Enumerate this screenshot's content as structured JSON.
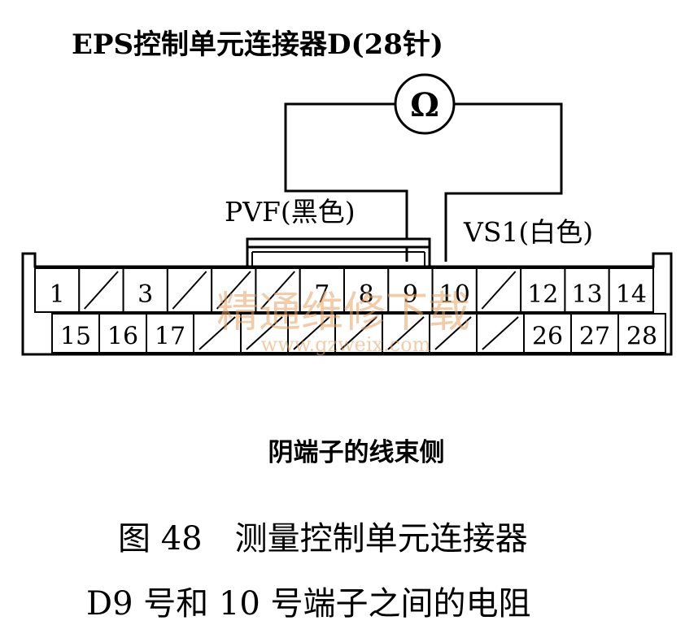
{
  "connector_title": "EPS控制单元连接器D(28针)",
  "meter_symbol": "Ω",
  "probe_left_label": "PVF(黑色)",
  "probe_right_label": "VS1(白色)",
  "row_top": [
    {
      "pin": "1"
    },
    {
      "pin": "",
      "blank": true
    },
    {
      "pin": "3"
    },
    {
      "pin": "",
      "blank": true
    },
    {
      "pin": "",
      "blank": true
    },
    {
      "pin": "",
      "blank": true
    },
    {
      "pin": "7"
    },
    {
      "pin": "8"
    },
    {
      "pin": "9"
    },
    {
      "pin": "10"
    },
    {
      "pin": "",
      "blank": true
    },
    {
      "pin": "12"
    },
    {
      "pin": "13"
    },
    {
      "pin": "14"
    }
  ],
  "row_bottom": [
    {
      "pin": "15"
    },
    {
      "pin": "16"
    },
    {
      "pin": "17"
    },
    {
      "pin": "",
      "blank": true
    },
    {
      "pin": "",
      "blank": true
    },
    {
      "pin": "",
      "blank": true
    },
    {
      "pin": "",
      "blank": true
    },
    {
      "pin": "",
      "blank": true
    },
    {
      "pin": "",
      "blank": true
    },
    {
      "pin": "",
      "blank": true
    },
    {
      "pin": "26"
    },
    {
      "pin": "27"
    },
    {
      "pin": "28"
    }
  ],
  "watermark_text": "精通维修下载",
  "watermark_url": "www.gzweix.com",
  "view_caption": "阴端子的线束侧",
  "figure_caption_line1": "图 48　测量控制单元连接器",
  "figure_caption_line2": "D9 号和 10 号端子之间的电阻"
}
